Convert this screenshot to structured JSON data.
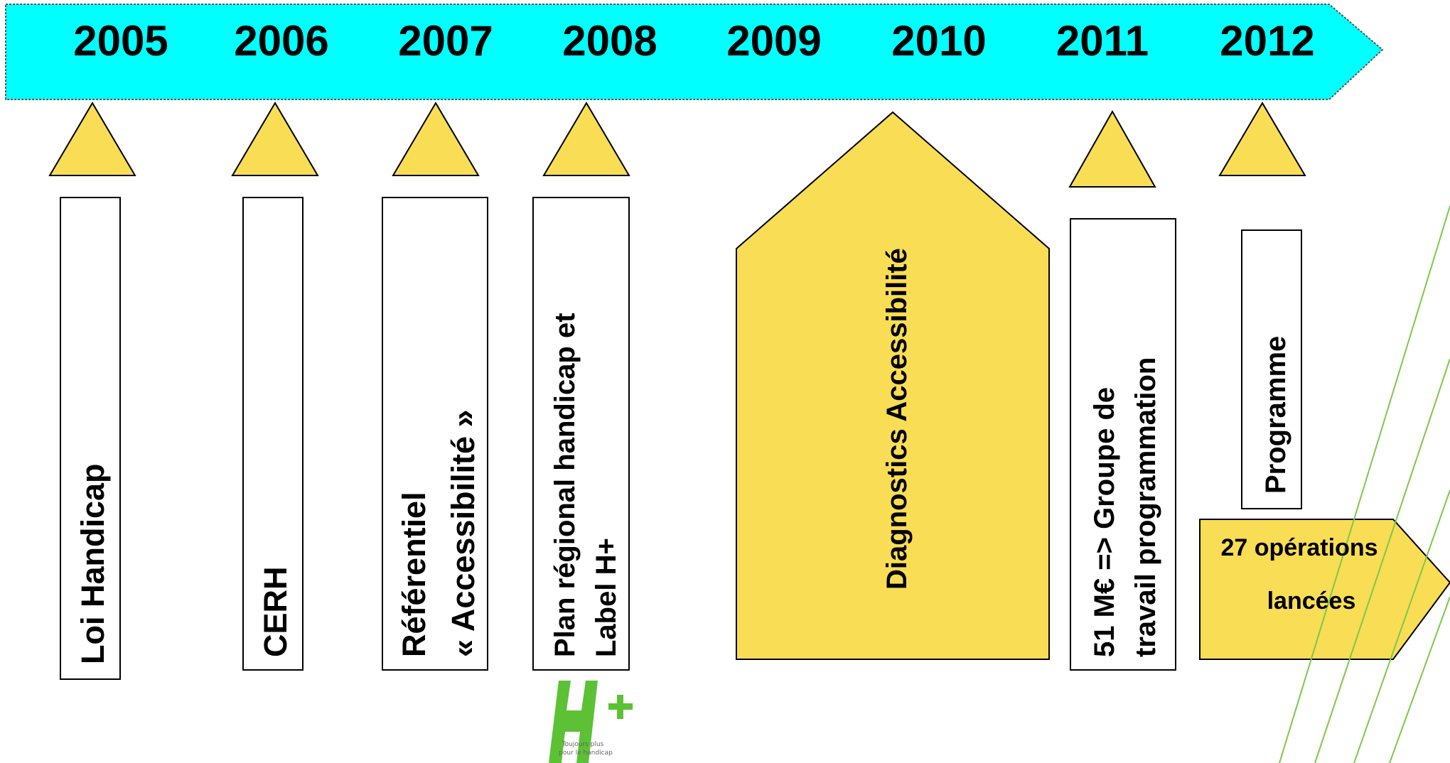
{
  "colors": {
    "banner_fill": "#00ffff",
    "marker_fill": "#f9dd55",
    "logo_green": "#5cc135",
    "stripe_green": "#7cc84a"
  },
  "timeline": {
    "years": [
      "2005",
      "2006",
      "2007",
      "2008",
      "2009",
      "2010",
      "2011",
      "2012"
    ]
  },
  "events": {
    "loi_handicap": "Loi Handicap",
    "cerh": "CERH",
    "referentiel_line1": "Référentiel",
    "referentiel_line2": "« Accessibilité »",
    "plan_line1": "Plan régional handicap et",
    "plan_line2": "Label H+",
    "diagnostics": "Diagnostics Accessibilité",
    "groupe_line1": "51 M€ => Groupe de",
    "groupe_line2": "travail programmation",
    "programme": "Programme",
    "operations_line1": "27 opérations",
    "operations_line2": "lancées"
  },
  "logo": {
    "name": "H+ label logo",
    "letters": "H+",
    "tagline_line1": "Toujours plus",
    "tagline_line2": "pour le handicap"
  }
}
